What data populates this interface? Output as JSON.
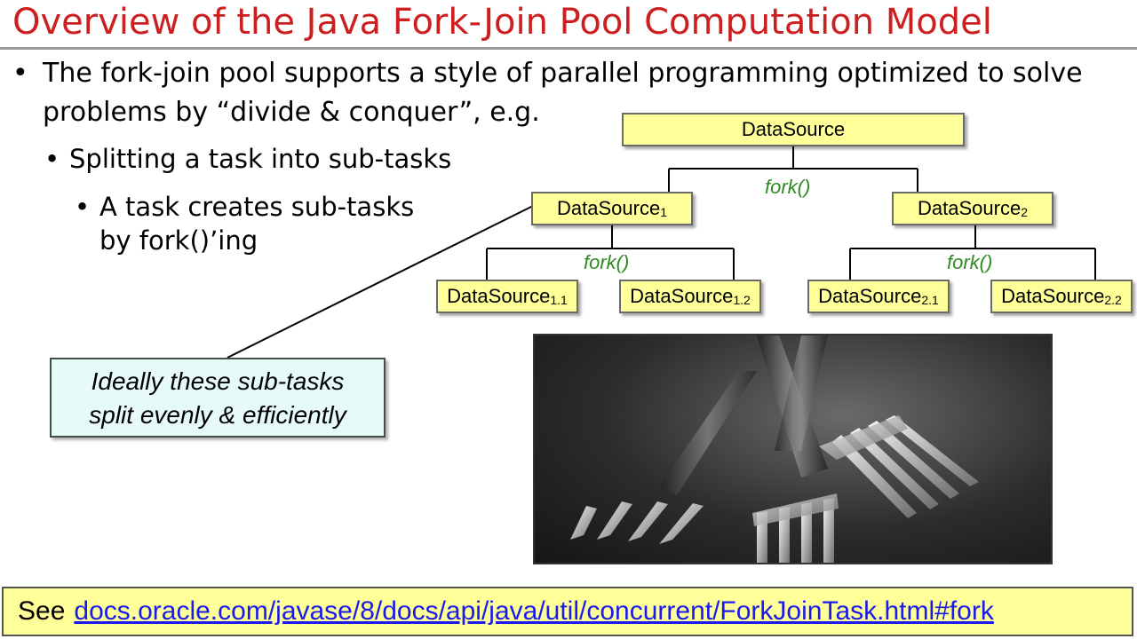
{
  "slide": {
    "title": "Overview of the Java Fork-Join Pool Computation Model",
    "bullet1": {
      "marker": "•",
      "line1": "The fork-join pool supports a style of parallel programming optimized to solve",
      "line2": "problems by “divide & conquer”, e.g."
    },
    "bullet2": {
      "marker": "•",
      "text": "Splitting a task into sub-tasks"
    },
    "bullet3": {
      "marker": "•",
      "line1": "A task creates sub-tasks",
      "line2": "by fork()’ing"
    }
  },
  "diagram": {
    "root": {
      "label": "DataSource"
    },
    "level1": [
      {
        "label": "DataSource",
        "sub": "1"
      },
      {
        "label": "DataSource",
        "sub": "2"
      }
    ],
    "level2": [
      {
        "label": "DataSource",
        "sub": "1.1"
      },
      {
        "label": "DataSource",
        "sub": "1.2"
      },
      {
        "label": "DataSource",
        "sub": "2.1"
      },
      {
        "label": "DataSource",
        "sub": "2.2"
      }
    ],
    "fork_label": "fork()",
    "colors": {
      "node_fill": "#ffff99",
      "fork_text": "#2e8b22",
      "title": "#cc1f1f",
      "callout_fill": "#e6fafa"
    }
  },
  "callout": {
    "line1": "Ideally these sub-tasks",
    "line2": "split evenly & efficiently"
  },
  "photo": {
    "subject": "forks-photo"
  },
  "footer": {
    "prefix": "See",
    "link": "docs.oracle.com/javase/8/docs/api/java/util/concurrent/ForkJoinTask.html#fork"
  }
}
